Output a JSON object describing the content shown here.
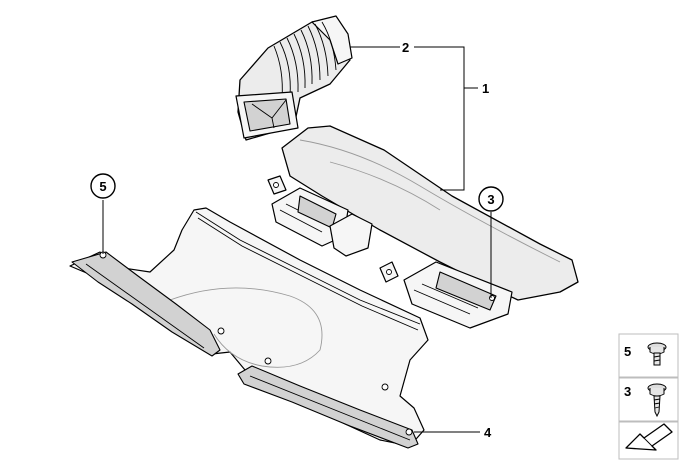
{
  "callouts": {
    "c1": "1",
    "c2": "2",
    "c3": "3",
    "c4": "4",
    "c5": "5"
  },
  "legend": {
    "item5": "5",
    "item3": "3"
  },
  "icons": {
    "direction": "arrow-icon",
    "screw5": "screw-icon",
    "screw3": "screw-icon"
  },
  "colors": {
    "line": "#000000",
    "fill": "#ececec",
    "background": "#ffffff"
  }
}
